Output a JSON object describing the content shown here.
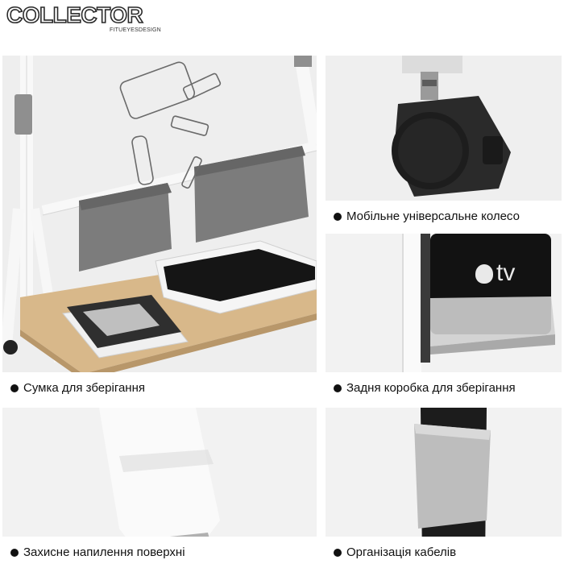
{
  "brand": {
    "name": "COLLECTOR",
    "sub": "FITUEYESDESIGN"
  },
  "panels": {
    "storage_bag": {
      "caption": "Сумка для зберігання"
    },
    "wheel": {
      "caption": "Мобільне універсальне колесо"
    },
    "back_box": {
      "caption": "Задня коробка для зберігання",
      "device_label": "tv"
    },
    "coating": {
      "caption": "Захисне напилення поверхні"
    },
    "cables": {
      "caption": "Організація кабелів"
    }
  },
  "colors": {
    "panel_bg": "#f1f1f1",
    "bag_gray": "#7c7c7c",
    "wood": "#d8b88a",
    "frame_white": "#f7f7f7",
    "dark": "#1b1b1b"
  }
}
